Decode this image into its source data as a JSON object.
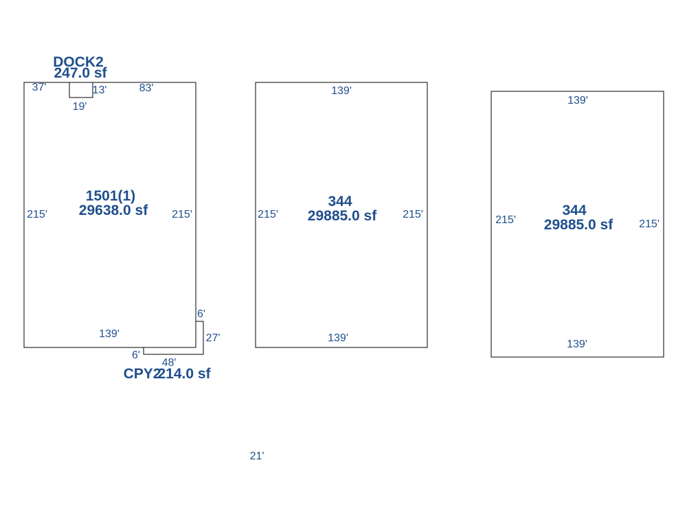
{
  "colors": {
    "label": "#1f4e8c",
    "outline": "#000000",
    "background": "#ffffff"
  },
  "building_a": {
    "name": "1501(1)",
    "area": "29638.0 sf",
    "dims": {
      "top_left": "37'",
      "top_right": "83'",
      "left": "215'",
      "right": "215'",
      "bottom": "139'"
    }
  },
  "dock": {
    "name": "DOCK2",
    "area": "247.0 sf",
    "dims": {
      "width": "19'",
      "depth": "13'"
    }
  },
  "canopy": {
    "name": "CPY2",
    "area": "214.0 sf",
    "dims": {
      "top": "6'",
      "side": "27'",
      "bottom": "48'",
      "left": "6'"
    }
  },
  "building_b": {
    "name": "344",
    "area": "29885.0 sf",
    "dims": {
      "top": "139'",
      "left": "215'",
      "right": "215'",
      "bottom": "139'"
    }
  },
  "building_c": {
    "name": "344",
    "area": "29885.0 sf",
    "dims": {
      "top": "139'",
      "left": "215'",
      "right": "215'",
      "bottom": "139'"
    }
  },
  "loose_dim": "21'"
}
